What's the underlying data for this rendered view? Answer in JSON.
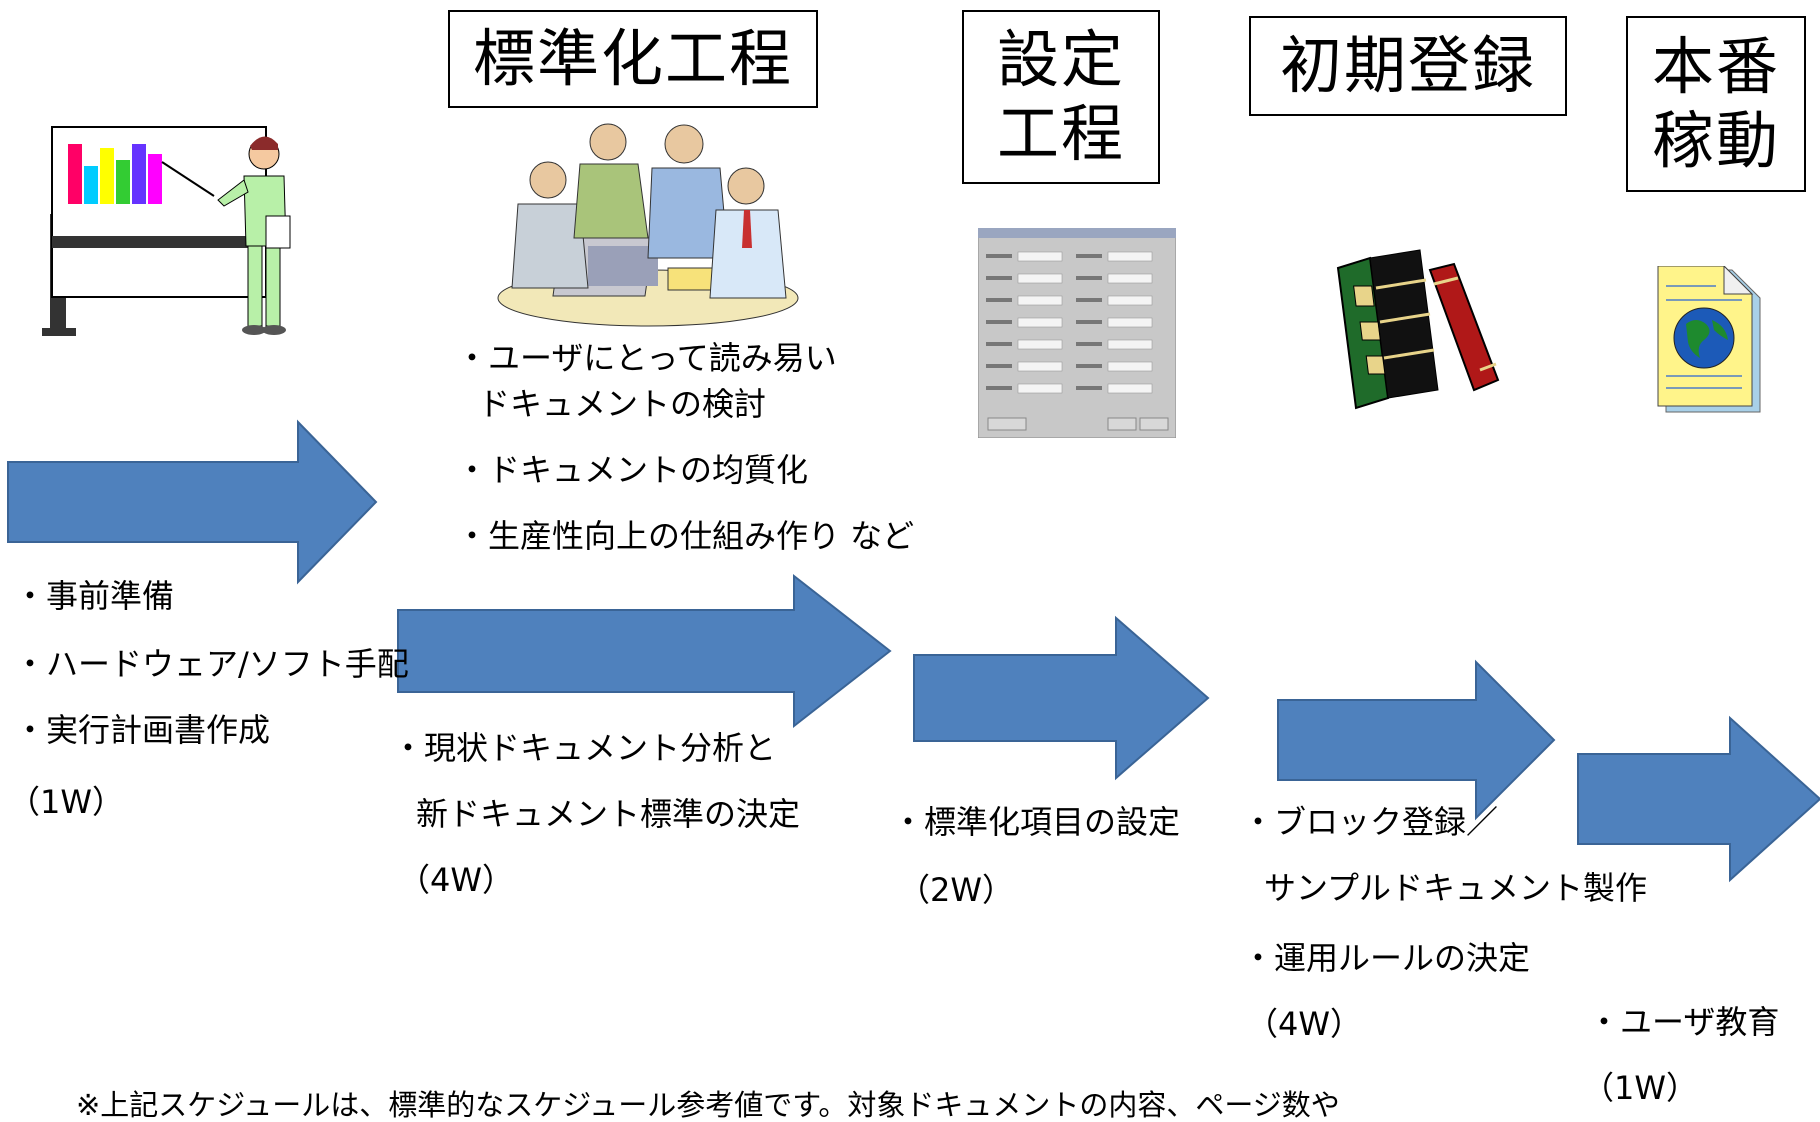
{
  "phases": {
    "standardization": {
      "title": "標準化工程"
    },
    "setting": {
      "title_line1": "設定",
      "title_line2": "工程"
    },
    "initial_registration": {
      "title": "初期登録"
    },
    "go_live": {
      "title_line1": "本番",
      "title_line2": "稼動"
    }
  },
  "steps": {
    "preparation": {
      "items": [
        "・事前準備",
        "・ハードウェア/ソフト手配",
        "・実行計画書作成"
      ],
      "duration": "（1W）"
    },
    "standardization_goals": {
      "items": [
        "・ユーザにとって読み易い",
        "ドキュメントの検討",
        "・ドキュメントの均質化",
        "・生産性向上の仕組み作り など"
      ]
    },
    "standardization": {
      "items": [
        "・現状ドキュメント分析と",
        "新ドキュメント標準の決定"
      ],
      "duration": "（4W）"
    },
    "setting": {
      "items": [
        "・標準化項目の設定"
      ],
      "duration": "（2W）"
    },
    "initial_registration": {
      "items": [
        "・ブロック登録／",
        "サンプルドキュメント製作",
        "・運用ルールの決定"
      ],
      "duration": "（4W）"
    },
    "go_live": {
      "items": [
        "・ユーザ教育"
      ],
      "duration": "（1W）"
    }
  },
  "footnote": "※上記スケジュールは、標準的なスケジュール参考値です。対象ドキュメントの内容、ページ数や",
  "colors": {
    "arrow": "#4f81bd",
    "arrow_border": "#3a6496"
  },
  "icons": [
    "presenter-icon",
    "meeting-icon",
    "settings-dialog-icon",
    "books-icon",
    "globe-document-icon"
  ]
}
